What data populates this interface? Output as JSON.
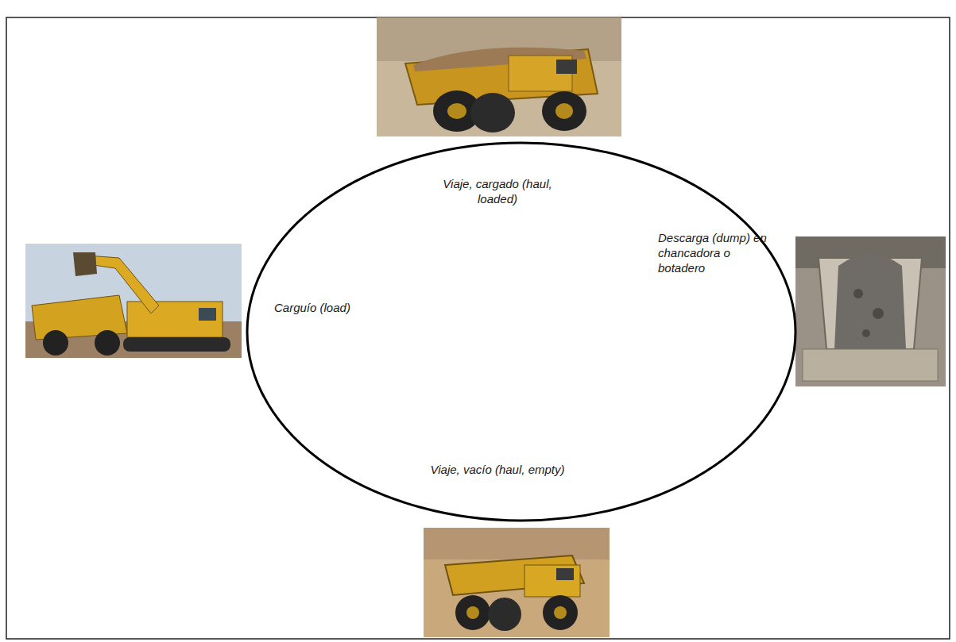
{
  "diagram": {
    "nodes": [
      {
        "text": [
          "Viaje, cargado (haul, loaded)",
          "Carguío (load)",
          "Descarga (dump) en chancadora o botadero",
          "Viaje, vacío (haul, empty)"
        ]
      }
    ]
  }
}
